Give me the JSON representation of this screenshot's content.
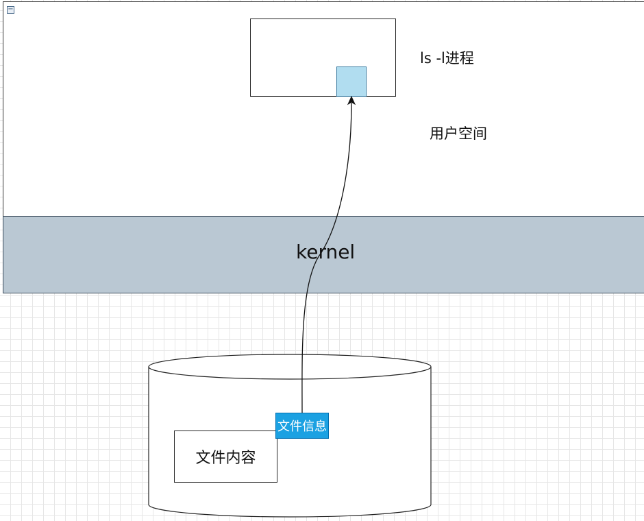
{
  "diagram": {
    "kernel_label": "kernel",
    "process_label": "ls -l进程",
    "userspace_label": "用户空间",
    "file_content_label": "文件内容",
    "file_info_label": "文件信息",
    "collapse_glyph": "−"
  },
  "colors": {
    "kernel_band": "#bac8d3",
    "port_fill": "#b1ddf0",
    "file_info_fill": "#1ba1e2",
    "grid_line": "#e6e6e6"
  },
  "icons": {
    "collapse": "collapse-toggle-icon",
    "arrow": "arrowhead-icon"
  }
}
